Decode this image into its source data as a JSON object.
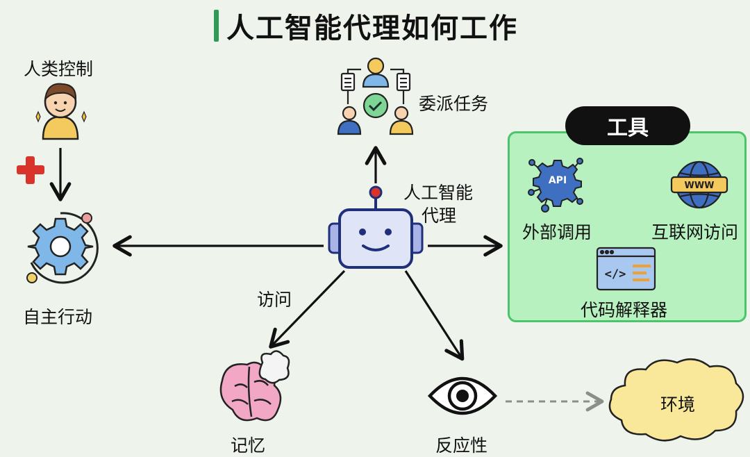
{
  "title": "人工智能代理如何工作",
  "center": {
    "label_line1": "人工智能",
    "label_line2": "代理"
  },
  "human": {
    "label": "人类控制"
  },
  "delegate": {
    "label": "委派任务"
  },
  "autonomous": {
    "label": "自主行动"
  },
  "access": {
    "label": "访问"
  },
  "memory": {
    "label": "记忆"
  },
  "reactivity": {
    "label": "反应性"
  },
  "environment": {
    "label": "环境"
  },
  "tools": {
    "title": "工具",
    "items": [
      {
        "label": "外部调用",
        "icon": "api-gear-icon",
        "badge": "API"
      },
      {
        "label": "互联网访问",
        "icon": "globe-icon",
        "badge": "WWW"
      },
      {
        "label": "代码解释器",
        "icon": "code-window-icon",
        "badge": "</>"
      }
    ]
  },
  "colors": {
    "accent_green": "#2e9a55",
    "tools_bg": "#b7f1bf",
    "tools_border": "#4cc46c",
    "robot_blue": "#1f2f7a",
    "plus_red": "#d9342b"
  }
}
